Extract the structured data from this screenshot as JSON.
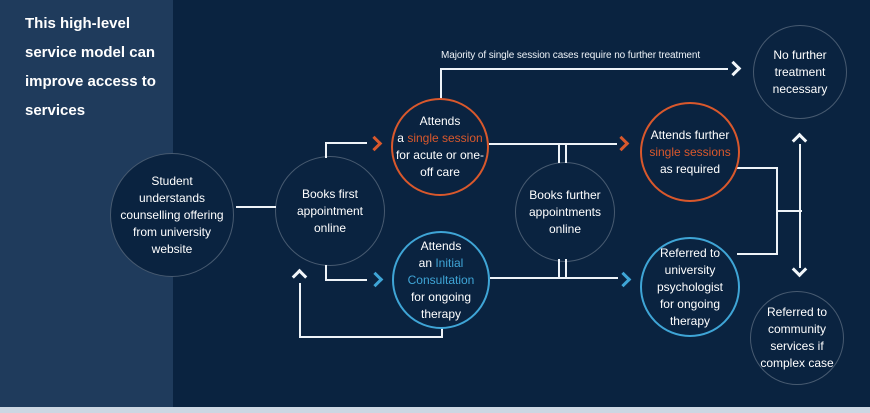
{
  "title": "This high-level\nservice model can\nimprove access to\nservices",
  "annotation": "Majority of single session cases require no further treatment",
  "colors": {
    "background": "#0a2340",
    "sidebar": "#1f3b5c",
    "line": "#eef3f8",
    "orange": "#d9582c",
    "blue": "#3fa5d6",
    "footer_stripe": "#ccd7e3"
  },
  "nodes": {
    "student": {
      "text": "Student\nunderstands\ncounselling offering\nfrom university\nwebsite"
    },
    "books_first": {
      "text": "Books first\nappointment\nonline"
    },
    "single_session": {
      "pre": "Attends\na ",
      "highlight": "single session",
      "post": "\nfor acute or one-\noff care"
    },
    "initial_consultation": {
      "pre": "Attends\nan ",
      "highlight": "Initial\nConsultation",
      "post": "\nfor ongoing\ntherapy"
    },
    "books_further": {
      "text": "Books further\nappointments\nonline"
    },
    "further_sessions": {
      "pre": "Attends further\n",
      "highlight": "single sessions",
      "post": "\nas required"
    },
    "referred_psychologist": {
      "text": "Referred to\nuniversity\npsychologist\nfor ongoing\ntherapy"
    },
    "no_further": {
      "text": "No further\ntreatment\nnecessary"
    },
    "referred_community": {
      "text": "Referred to\ncommunity\nservices if\ncomplex case"
    }
  }
}
